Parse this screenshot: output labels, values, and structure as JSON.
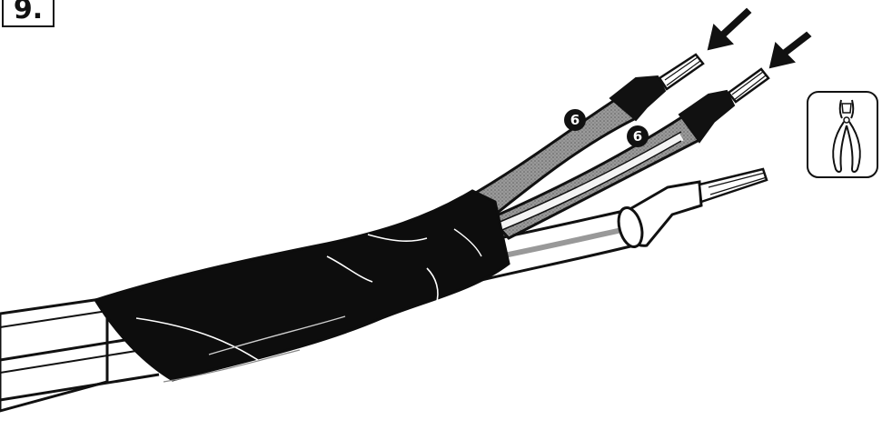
{
  "step": {
    "number": "9."
  },
  "conductor_labels": [
    {
      "text": "6"
    },
    {
      "text": "6"
    }
  ],
  "tool": {
    "icon": "side-cutter-pliers-icon"
  },
  "markers": {
    "icon": "arrow-icon",
    "count": 2
  },
  "colors": {
    "tape": "#0d0d0d",
    "sleeve": "#8c8c8c",
    "ferrule": "#111111",
    "outline": "#111111",
    "background": "#ffffff"
  }
}
